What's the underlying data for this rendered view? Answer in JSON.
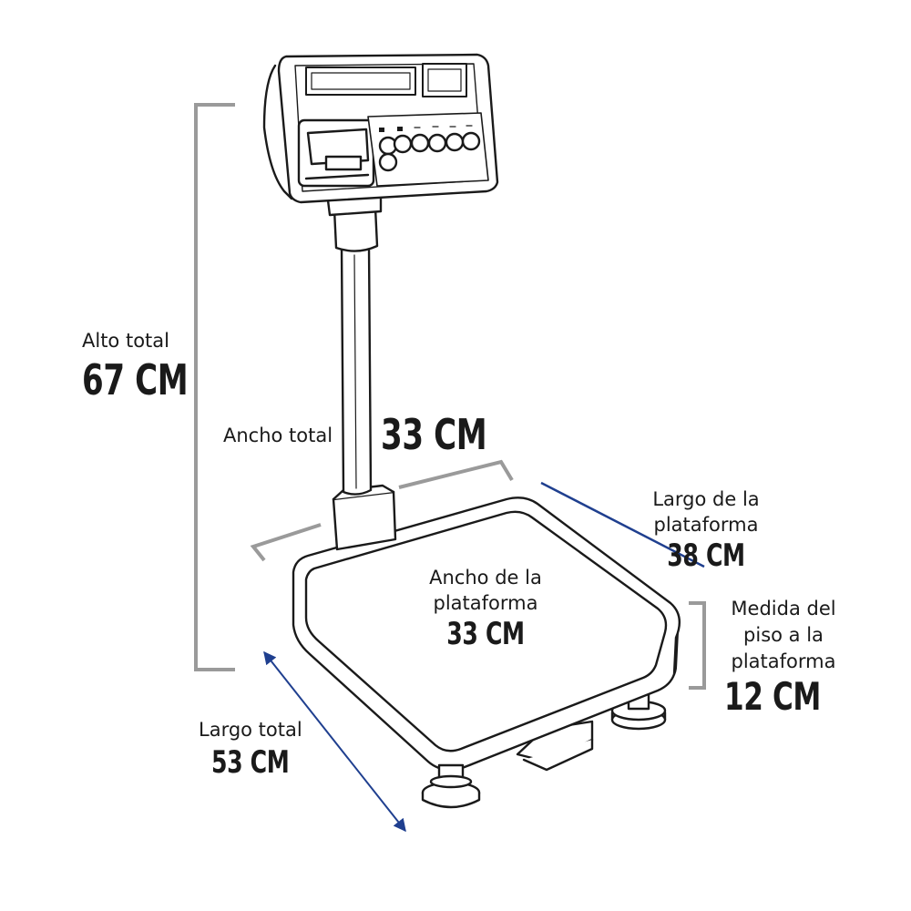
{
  "colors": {
    "ink": "#1a1a1a",
    "bracket": "#9a9a9a",
    "arrow": "#1f3f8f"
  },
  "dims": {
    "alto_total": {
      "label": "Alto total",
      "value": "67 CM"
    },
    "ancho_total": {
      "label": "Ancho total",
      "value": "33 CM"
    },
    "largo_plataforma": {
      "label_line1": "Largo de la",
      "label_line2": "plataforma",
      "value": "38 CM"
    },
    "ancho_plataforma": {
      "label_line1": "Ancho de la",
      "label_line2": "plataforma",
      "value": "33 CM"
    },
    "altura_piso": {
      "label_line1": "Medida del",
      "label_line2": "piso a la",
      "label_line3": "plataforma",
      "value": "12 CM"
    },
    "largo_total": {
      "label": "Largo total",
      "value": "53 CM"
    }
  }
}
